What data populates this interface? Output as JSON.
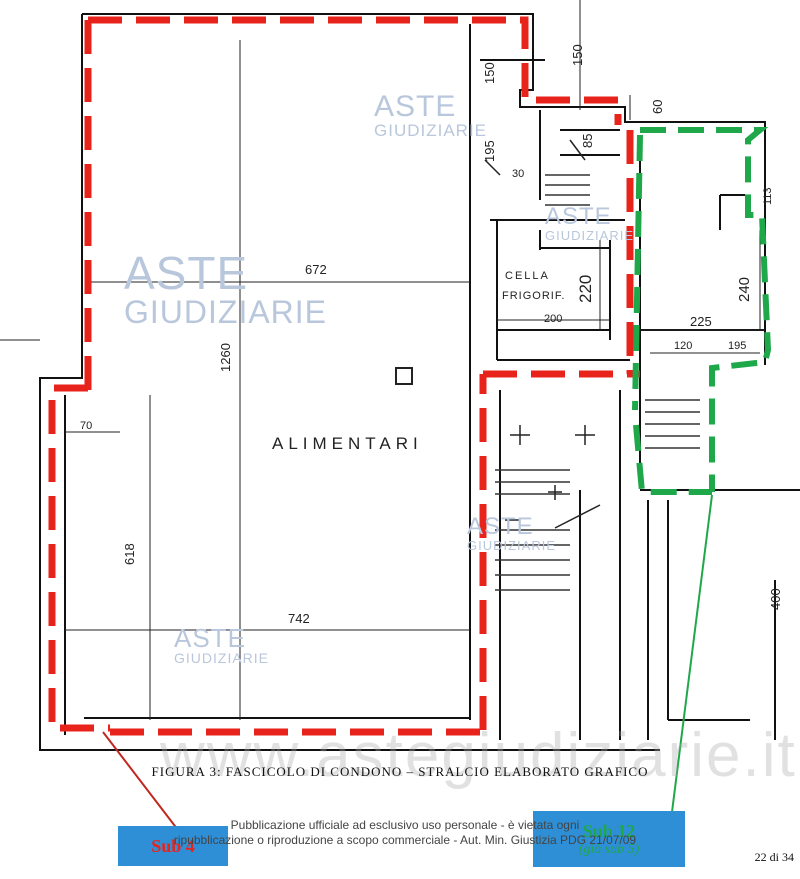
{
  "document": {
    "caption": "FIGURA 3: FASCICOLO DI CONDONO – STRALCIO ELABORATO GRAFICO",
    "page_number": "22 di 34",
    "footer_line1": "Pubblicazione ufficiale ad esclusivo uso personale - è vietata ogni",
    "footer_line2": "ripubblicazione o riproduzione a scopo commerciale - Aut. Min. Giustizia PDG 21/07/09"
  },
  "watermark": {
    "aste_line1": "ASTE",
    "aste_line2": "GIUDIZIARIE",
    "site": "www.astegiudiziarie.it"
  },
  "plan": {
    "room_label": "ALIMENTARI",
    "cell_label_1": "CELLA",
    "cell_label_2": "FRIGORIF.",
    "dims": {
      "d672": "672",
      "d1260": "1260",
      "d70": "70",
      "d618": "618",
      "d742": "742",
      "d150a": "150",
      "d150b": "150",
      "d195a": "195",
      "d30": "30",
      "d85": "85",
      "d220": "220",
      "d200": "200",
      "d60": "60",
      "d113": "113",
      "d240": "240",
      "d225": "225",
      "d120": "120",
      "d195b": "195",
      "d400": "400"
    }
  },
  "labels": {
    "sub4": "Sub 4",
    "sub12": "Sub 12",
    "sub12_note": "(già sub 5)"
  },
  "colors": {
    "sub4": "#e8231b",
    "sub12": "#1fa84a",
    "label_box": "#2e8fd6",
    "wall": "#111111"
  }
}
